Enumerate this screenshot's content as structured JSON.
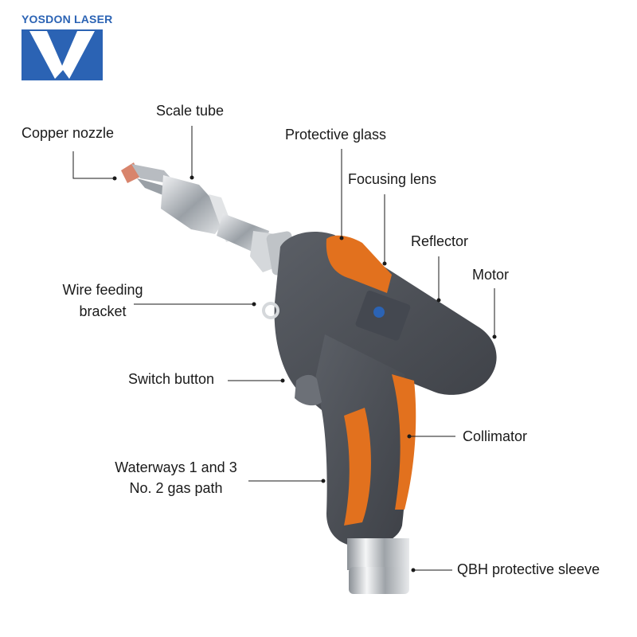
{
  "logo": {
    "brand": "YOSDON LASER",
    "mark": "V",
    "color": "#2b63b4"
  },
  "colors": {
    "body": "#4c4f55",
    "accent": "#e2711e",
    "metal": "#c9ccd0",
    "copper": "#d8846c",
    "leader": "#1a1a1a"
  },
  "labels": {
    "copper_nozzle": "Copper nozzle",
    "scale_tube": "Scale tube",
    "protective_glass": "Protective glass",
    "focusing_lens": "Focusing lens",
    "reflector": "Reflector",
    "motor": "Motor",
    "wire_feeding_line1": "Wire feeding",
    "wire_feeding_line2": "bracket",
    "switch_button": "Switch button",
    "collimator": "Collimator",
    "waterways_line1": "Waterways 1 and 3",
    "waterways_line2": "No. 2 gas path",
    "qbh_sleeve": "QBH protective sleeve"
  }
}
